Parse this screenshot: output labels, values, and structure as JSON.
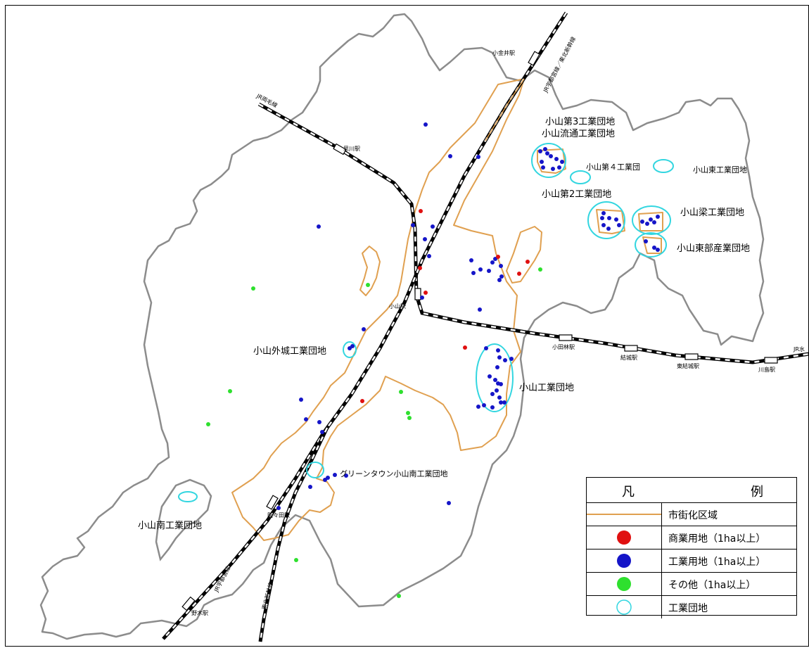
{
  "colors": {
    "boundary": "#8c8c8c",
    "urban_area": "#e0a050",
    "commercial": "#e01010",
    "industrial": "#1515c8",
    "other": "#2ee02e",
    "industrial_park": "#33d6e0",
    "rail_dark": "#000000"
  },
  "labels": {
    "park_3": "小山第3工業団地",
    "park_ryutsu": "小山流通工業団地",
    "park_4": "小山第４工業団",
    "park_higashi": "小山東工業団地",
    "park_2": "小山第2工業団地",
    "park_ryo": "小山梁工業団地",
    "park_higashibu": "小山東部産業団地",
    "park_tojo": "小山外城工業団地",
    "park_oyama": "小山工業団地",
    "park_green": "グリーンタウン小山南工業団地",
    "park_minami": "小山南工業団地",
    "st_omonai": "小金井駅",
    "st_omoigawa": "思川駅",
    "st_oyama": "小山駅",
    "st_odabayashi": "小田林駅",
    "st_yuki": "結城駅",
    "st_higashiyuki": "東結城駅",
    "st_kawashima": "川島駅",
    "st_mamada": "間々田駅",
    "st_nogi": "野木駅",
    "line_ryomo": "JR両毛線",
    "line_utsunomiya_top": "JR宇都宮線／東北新幹線",
    "line_mito": "JR水",
    "line_utsunomiya_bottom": "JR宇都宮線",
    "line_tohoku_shinkansen": "東北新幹線"
  },
  "legend": {
    "title_left": "凡",
    "title_right": "例",
    "items": [
      {
        "symbol": "line",
        "label": "市街化区域"
      },
      {
        "symbol": "commercial-dot",
        "label": "商業用地（1ha以上）"
      },
      {
        "symbol": "industrial-dot",
        "label": "工業用地（1ha以上）"
      },
      {
        "symbol": "other-dot",
        "label": "その他（1ha以上）"
      },
      {
        "symbol": "park-circle",
        "label": "工業団地"
      }
    ]
  }
}
